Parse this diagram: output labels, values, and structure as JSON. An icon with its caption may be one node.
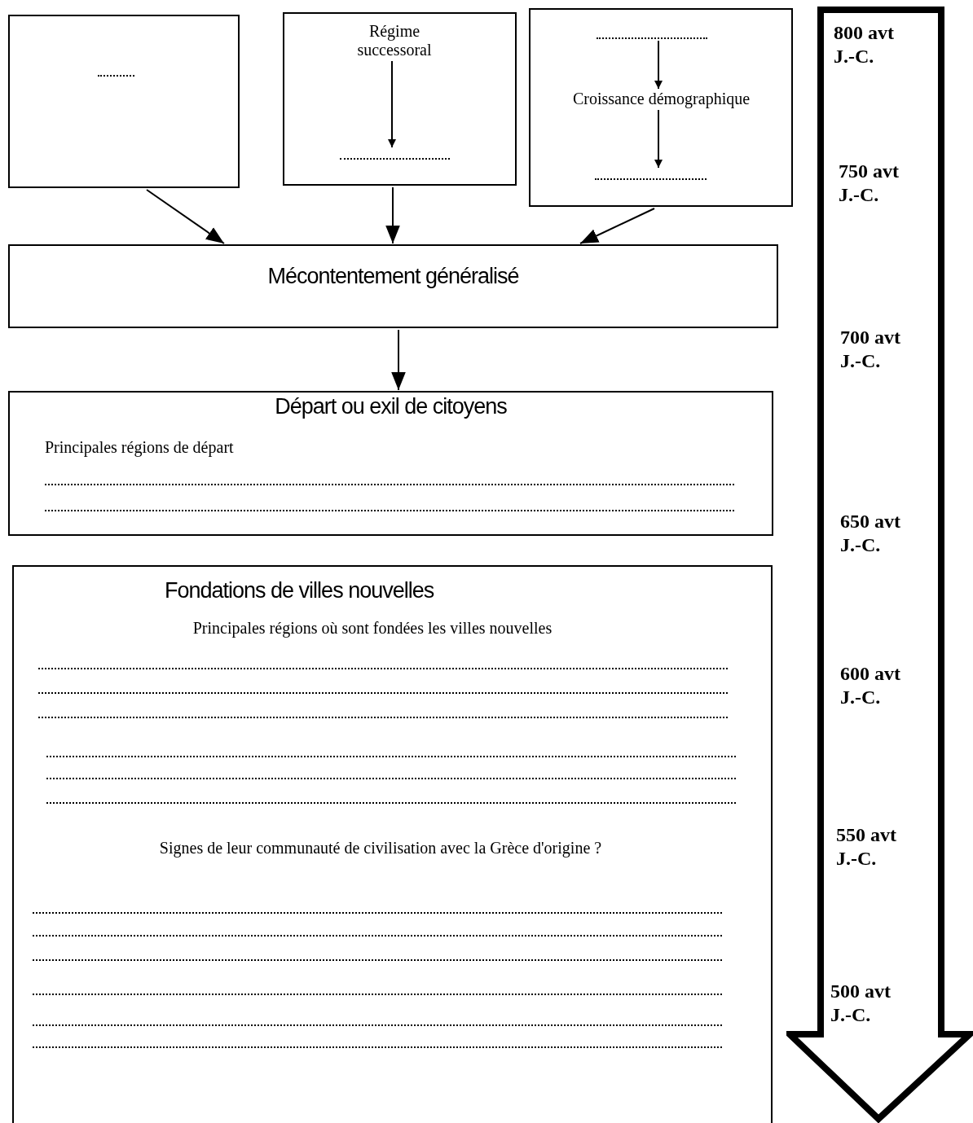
{
  "diagram": {
    "nodes": [
      {
        "text": [],
        "shape": "box"
      },
      {
        "text": [],
        "shape": "box"
      },
      {
        "text": [
          "Régime successoral"
        ],
        "in": 1
      },
      {
        "text": [],
        "shape": "line",
        "in": 1
      },
      {
        "text": [],
        "shape": "box"
      },
      {
        "text": [],
        "shape": "line",
        "in": 4
      },
      {
        "text": [
          "Croissance démographique"
        ],
        "in": 4
      },
      {
        "text": [],
        "shape": "line",
        "in": 4
      },
      {
        "text": [
          "Mécontentement généralisé"
        ]
      },
      {
        "text": [
          "Départ ou exil de citoyens",
          "Principales régions de départ"
        ]
      },
      {
        "text": [
          "Fondations de villes nouvelles",
          "Principales régions où sont fondées les villes nouvelles",
          "Signes de leur communauté de civilisation avec la Grèce d'origine ?"
        ]
      },
      {
        "text": [
          "800 avt J.-C.",
          "750 avt J.-C.",
          "700 avt J.-C.",
          "650 avt J.-C.",
          "600 avt J.-C.",
          "550 avt J.-C.",
          "500 avt J.-C."
        ]
      }
    ],
    "edges": [
      {
        "from": 2,
        "to": 3,
        "arrow": "to"
      },
      {
        "from": 5,
        "to": 6,
        "arrow": "to"
      },
      {
        "from": 6,
        "to": 7,
        "arrow": "to"
      },
      {
        "from": 0,
        "to": 8,
        "arrow": "to"
      },
      {
        "from": 1,
        "to": 8,
        "arrow": "to"
      },
      {
        "from": 4,
        "to": 8,
        "arrow": "to"
      },
      {
        "from": 8,
        "to": 9,
        "arrow": "to"
      }
    ]
  }
}
